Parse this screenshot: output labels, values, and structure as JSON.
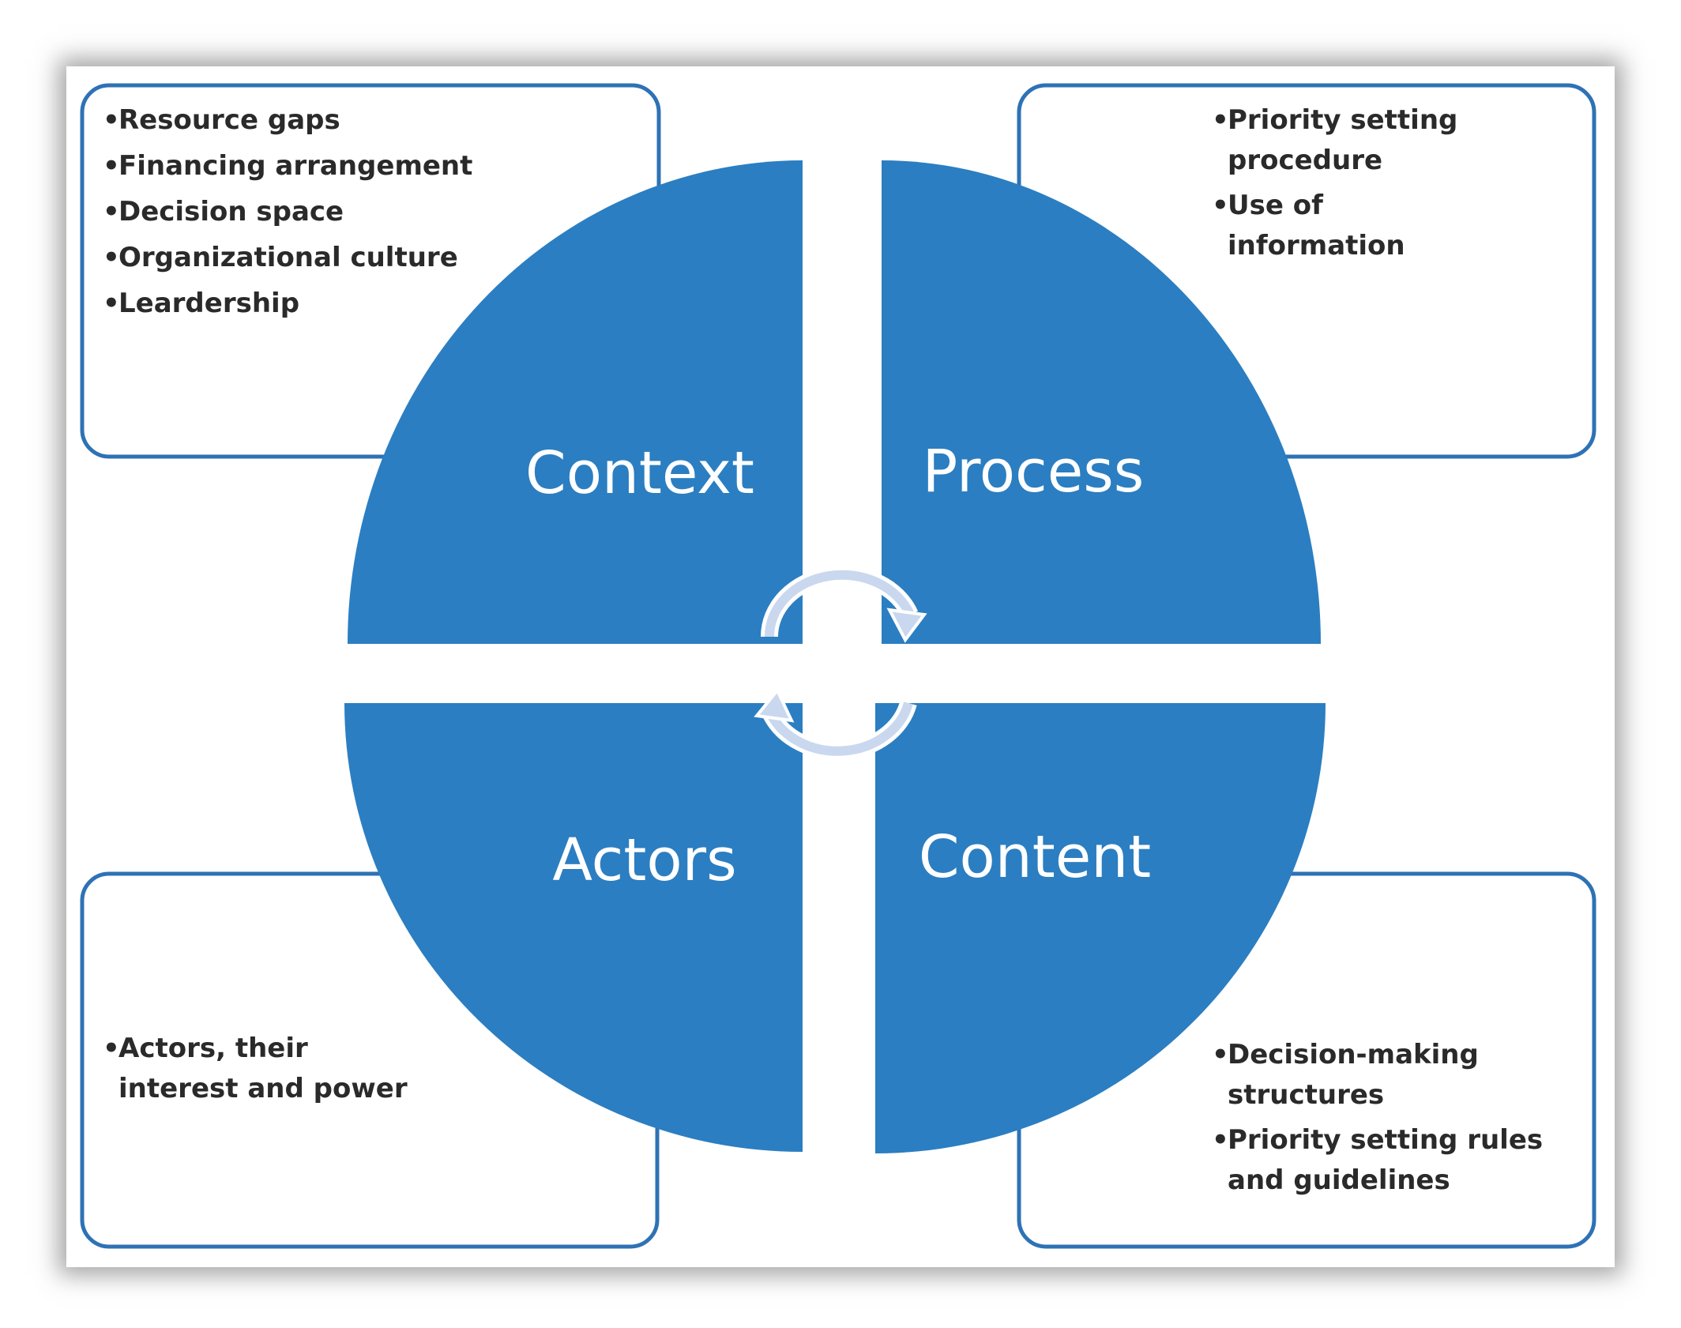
{
  "diagram": {
    "colors": {
      "quadrant_fill": "#2b7ec1",
      "box_border": "#2e72b5",
      "cycle_arrow": "#c9d8ee"
    },
    "quadrants": {
      "context": "Context",
      "process": "Process",
      "actors": "Actors",
      "content": "Content"
    },
    "boxes": {
      "context": {
        "items": [
          "Resource gaps",
          "Financing arrangement",
          "Decision space",
          "Organizational culture",
          "Leardership"
        ]
      },
      "process": {
        "items": [
          "Priority setting procedure",
          "Use of information"
        ]
      },
      "actors": {
        "items": [
          "Actors, their interest and power"
        ]
      },
      "content": {
        "items": [
          "Decision-making structures",
          "Priority setting rules and guidelines"
        ]
      }
    },
    "center_icon": "cycle-arrows-icon"
  }
}
